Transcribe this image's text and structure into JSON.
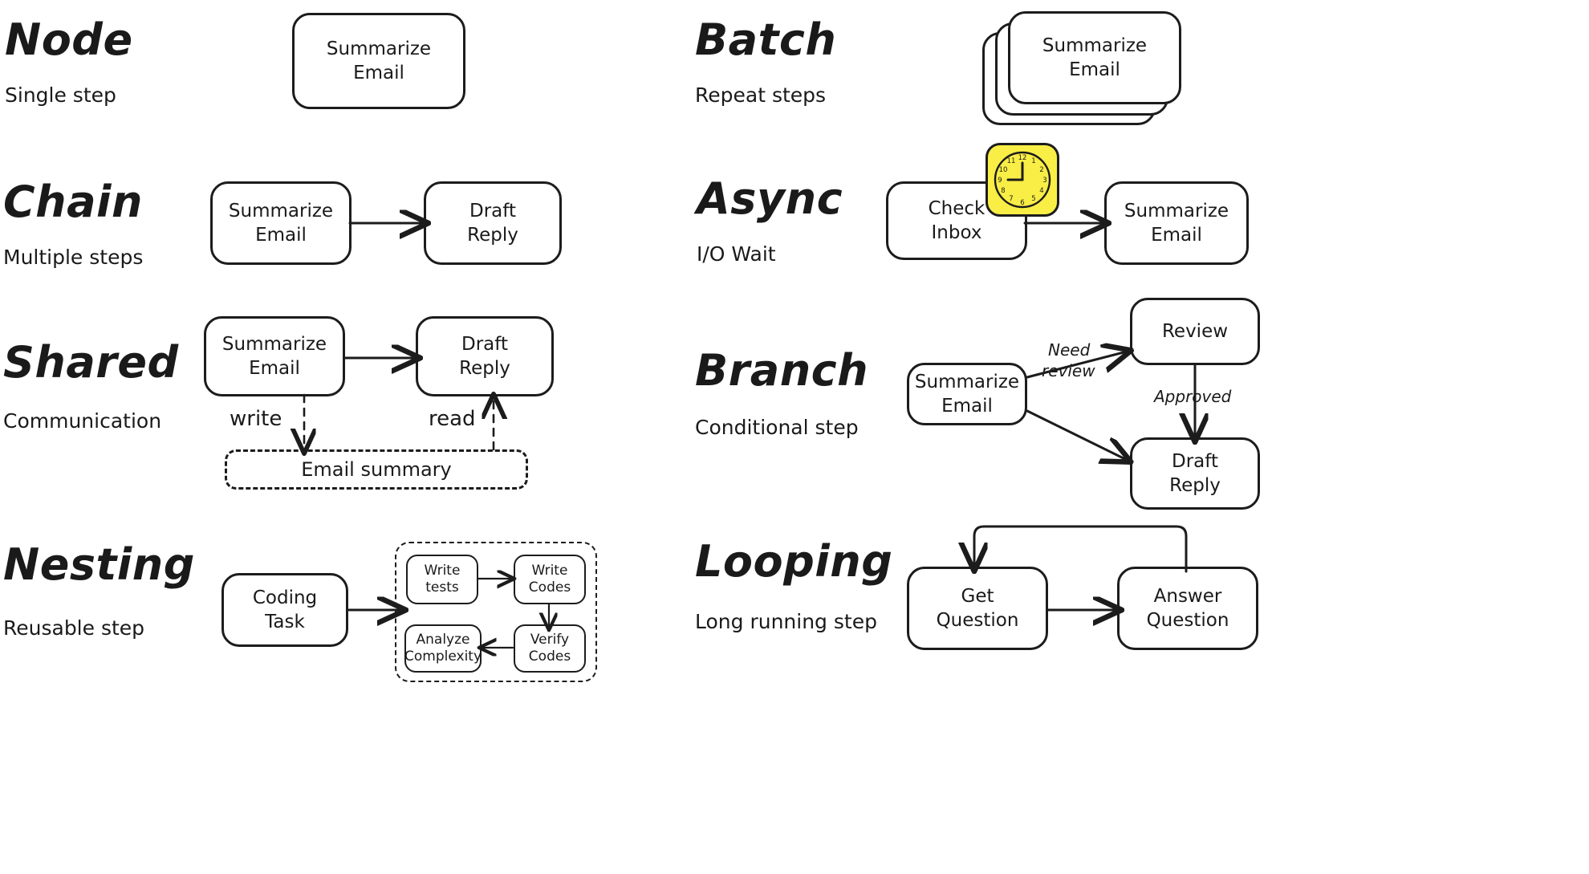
{
  "diagram": {
    "title_style": "handwritten",
    "background": "#ffffff",
    "ink_color": "#1c1c1c",
    "accent_color": "#f9ee45"
  },
  "sections": [
    {
      "id": "node",
      "title": "Node",
      "subtitle": "Single step",
      "nodes": [
        {
          "label": "Summarize\nEmail"
        }
      ]
    },
    {
      "id": "batch",
      "title": "Batch",
      "subtitle": "Repeat steps",
      "nodes": [
        {
          "label": "Summarize\nEmail"
        }
      ],
      "stack_count": 3
    },
    {
      "id": "chain",
      "title": "Chain",
      "subtitle": "Multiple steps",
      "nodes": [
        {
          "label": "Summarize\nEmail"
        },
        {
          "label": "Draft\nReply"
        }
      ]
    },
    {
      "id": "async",
      "title": "Async",
      "subtitle": "I/O Wait",
      "nodes": [
        {
          "label": "Check\nInbox"
        },
        {
          "label": "Summarize\nEmail"
        }
      ],
      "icon": "clock-icon",
      "clock_numbers": [
        "12",
        "1",
        "2",
        "3",
        "4",
        "5",
        "6",
        "7",
        "8",
        "9",
        "10",
        "11"
      ]
    },
    {
      "id": "shared",
      "title": "Shared",
      "subtitle": "Communication",
      "nodes": [
        {
          "label": "Summarize\nEmail"
        },
        {
          "label": "Draft\nReply"
        }
      ],
      "store": {
        "label": "Email summary"
      },
      "edge_labels": {
        "write": "write",
        "read": "read"
      }
    },
    {
      "id": "branch",
      "title": "Branch",
      "subtitle": "Conditional step",
      "nodes": [
        {
          "label": "Summarize\nEmail"
        },
        {
          "label": "Review"
        },
        {
          "label": "Draft\nReply"
        }
      ],
      "edge_labels": {
        "need_review": "Need\nreview",
        "approved": "Approved"
      }
    },
    {
      "id": "nesting",
      "title": "Nesting",
      "subtitle": "Reusable step",
      "nodes": [
        {
          "label": "Coding\nTask"
        }
      ],
      "inner_nodes": [
        {
          "label": "Write\ntests"
        },
        {
          "label": "Write\nCodes"
        },
        {
          "label": "Verify\nCodes"
        },
        {
          "label": "Analyze\nComplexity"
        }
      ]
    },
    {
      "id": "looping",
      "title": "Looping",
      "subtitle": "Long running step",
      "nodes": [
        {
          "label": "Get\nQuestion"
        },
        {
          "label": "Answer\nQuestion"
        }
      ]
    }
  ],
  "labels": {
    "need_review_line1": "Need",
    "need_review_line2": "review",
    "approved": "Approved",
    "write": "write",
    "read": "read"
  }
}
